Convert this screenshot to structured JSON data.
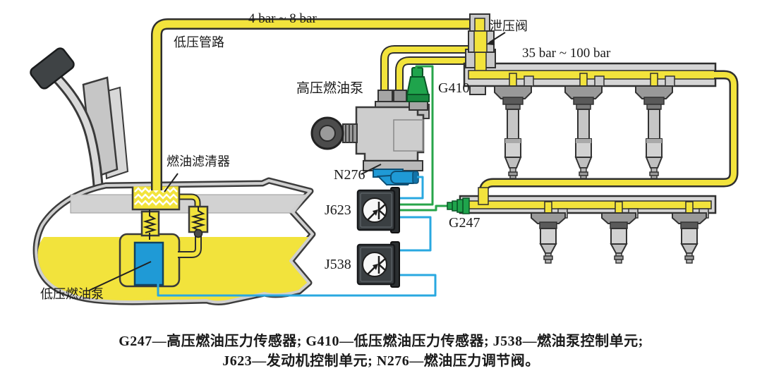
{
  "labels": {
    "low_pressure_range": "4 bar ~ 8 bar",
    "low_pressure_line": "低压管路",
    "relief_valve": "泄压阀",
    "high_pressure_range": "35 bar ~ 100 bar",
    "high_pressure_pump": "高压燃油泵",
    "g410": "G410",
    "n276": "N276",
    "j623": "J623",
    "j538": "J538",
    "g247": "G247",
    "fuel_filter": "燃油滤清器",
    "low_pressure_pump": "低压燃油泵"
  },
  "caption": {
    "line1": "G247—高压燃油压力传感器; G410—低压燃油压力传感器; J538—燃油泵控制单元;",
    "line2": "J623—发动机控制单元; N276—燃油压力调节阀。"
  },
  "colors": {
    "fuel_yellow": "#f2e33c",
    "component_gray": "#cdcdcd",
    "outline_dark": "#3a3a3a",
    "signal_wire_blue": "#29a8e0",
    "fluid_blue": "#1f9ad6",
    "sensor_green": "#1fa44c",
    "ecu_dark": "#3a3f42"
  }
}
